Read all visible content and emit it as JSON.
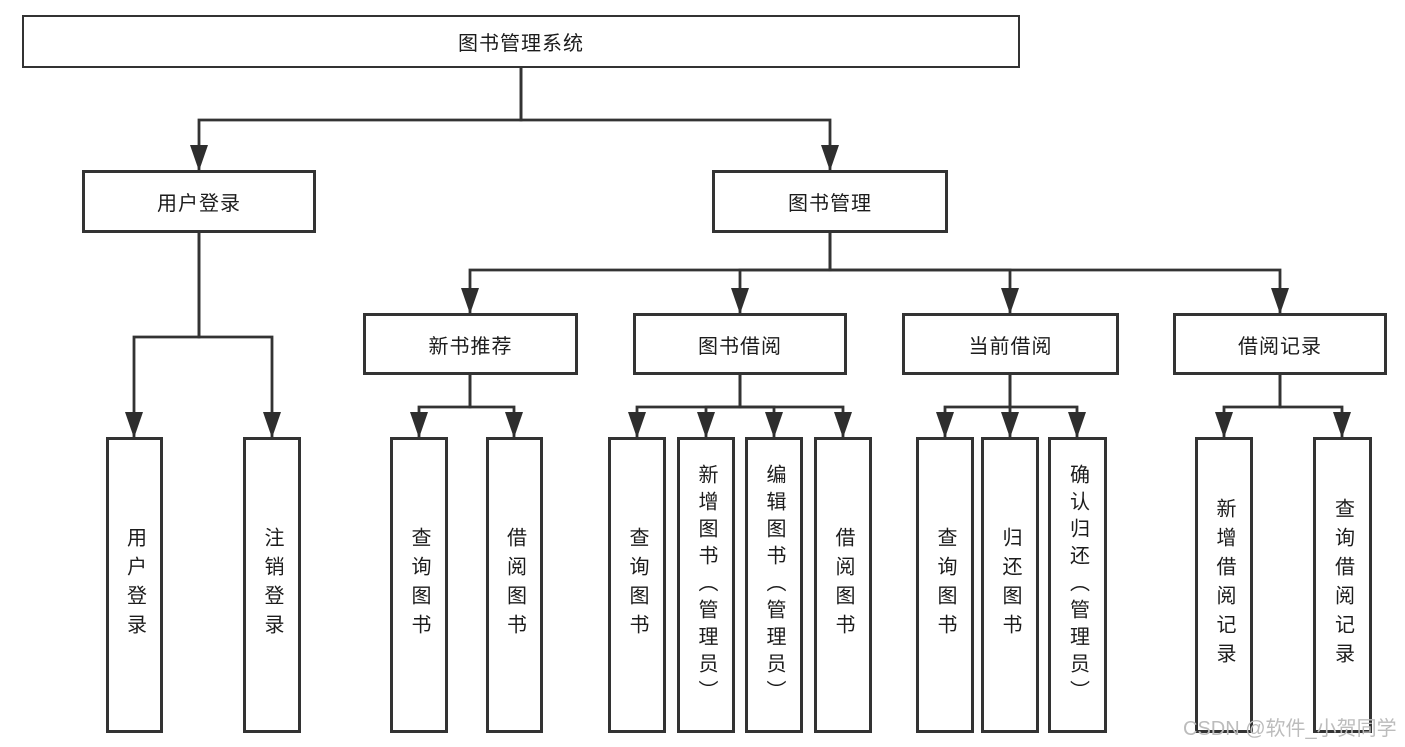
{
  "diagram": {
    "type": "hierarchy-tree",
    "title": "图书管理系统",
    "colors": {
      "background": "#ffffff",
      "box_border": "#333333",
      "line": "#333333",
      "text": "#1c1c1c",
      "watermark": "#bcbcbc"
    },
    "nodes": {
      "root": "图书管理系统",
      "level2": [
        "用户登录",
        "图书管理"
      ],
      "level3": [
        "新书推荐",
        "图书借阅",
        "当前借阅",
        "借阅记录"
      ],
      "leaves": {
        "login": [
          "用户登录",
          "注销登录"
        ],
        "newbook": [
          "查询图书",
          "借阅图书"
        ],
        "borrow": [
          "查询图书",
          "新增图书（管理员）",
          "编辑图书（管理员）",
          "借阅图书"
        ],
        "current": [
          "查询图书",
          "归还图书",
          "确认归还（管理员）"
        ],
        "records": [
          "新增借阅记录",
          "查询借阅记录"
        ]
      }
    },
    "edges": [
      "图书管理系统→用户登录",
      "图书管理系统→图书管理",
      "用户登录→用户登录",
      "用户登录→注销登录",
      "图书管理→新书推荐",
      "图书管理→图书借阅",
      "图书管理→当前借阅",
      "图书管理→借阅记录",
      "新书推荐→查询图书",
      "新书推荐→借阅图书",
      "图书借阅→查询图书",
      "图书借阅→新增图书（管理员）",
      "图书借阅→编辑图书（管理员）",
      "图书借阅→借阅图书",
      "当前借阅→查询图书",
      "当前借阅→归还图书",
      "当前借阅→确认归还（管理员）",
      "借阅记录→新增借阅记录",
      "借阅记录→查询借阅记录"
    ],
    "watermark": "CSDN @软件_小贺同学"
  }
}
